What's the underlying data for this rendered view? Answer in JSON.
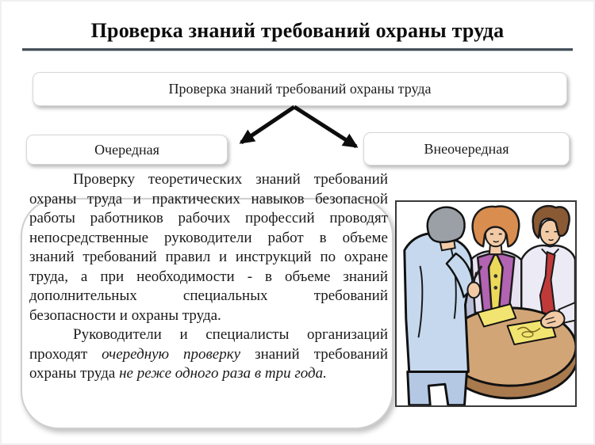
{
  "title": "Проверка знаний требований охраны труда",
  "diagram": {
    "root": {
      "label": "Проверка знаний требований охраны труда"
    },
    "branches": [
      {
        "label": "Очередная"
      },
      {
        "label": "Внеочередная"
      }
    ]
  },
  "body": {
    "paragraph1": "Проверку теоретических знаний требований охраны труда и практических навыков безопасной работы работников рабочих профессий проводят непосредственные руководители работ в объеме знаний требований правил и инструкций по охране труда, а при необходимости - в объеме знаний дополнительных специальных требований безопасности и охраны труда.",
    "paragraph2": {
      "segments": [
        {
          "text": "Руководители и специалисты организаций проходят ",
          "italic": false
        },
        {
          "text": "очередную проверку",
          "italic": true
        },
        {
          "text": " знаний требований охраны труда ",
          "italic": false
        },
        {
          "text": "не реже одного раза в три года.",
          "italic": true
        }
      ]
    }
  },
  "illustration": {
    "alt": "Три человека обсуждают документы за круглым столом"
  },
  "colors": {
    "rule": "#454f58",
    "arrow": "#0d0d0d",
    "box_border": "#d6d6d6",
    "panel_border": "#cfcfcf",
    "text": "#1a1a1a",
    "table_top": "#d2a576",
    "table_rim": "#a97a4e",
    "paper": "#f2e470",
    "woman_jacket": "#b263b2",
    "blouse": "#ecd95a",
    "tie": "#c03a3a",
    "shirt_blue": "#c5d8ee",
    "skin": "#f2cba6",
    "hair_gray": "#9aa0a6",
    "hair_orange": "#d98d4f",
    "hair_brown": "#8a5a35",
    "chair": "#b9bdd6"
  }
}
